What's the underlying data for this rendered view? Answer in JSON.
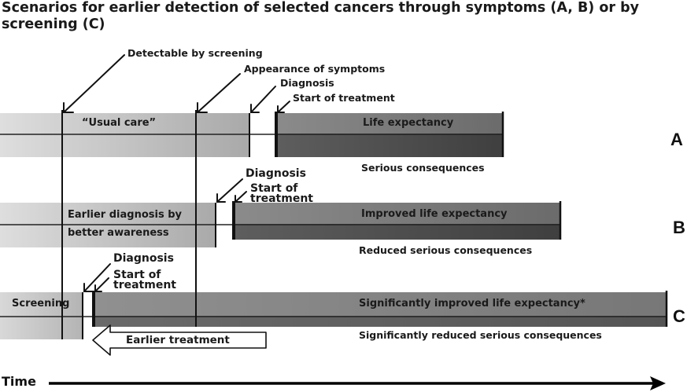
{
  "title": "Scenarios for earlier detection of selected cancers through symptoms (A, B) or by screening (C)",
  "events": {
    "detectable": "Detectable by screening",
    "symptoms": "Appearance of symptoms",
    "diagnosis": "Diagnosis",
    "start_treatment": "Start of treatment",
    "start_treatment_l1": "Start of",
    "start_treatment_l2": "treatment"
  },
  "scenario_a": {
    "letter": "A",
    "pre_label": "“Usual care”",
    "post_label": "Life expectancy",
    "consequence": "Serious consequences"
  },
  "scenario_b": {
    "letter": "B",
    "pre_label_l1": "Earlier diagnosis by",
    "pre_label_l2": "better awareness",
    "post_label": "Improved life expectancy",
    "consequence": "Reduced serious consequences"
  },
  "scenario_c": {
    "letter": "C",
    "pre_label": "Screening",
    "post_label": "Significantly improved life expectancy*",
    "consequence": "Significantly reduced serious consequences",
    "earlier_treatment": "Earlier treatment"
  },
  "time_label": "Time"
}
